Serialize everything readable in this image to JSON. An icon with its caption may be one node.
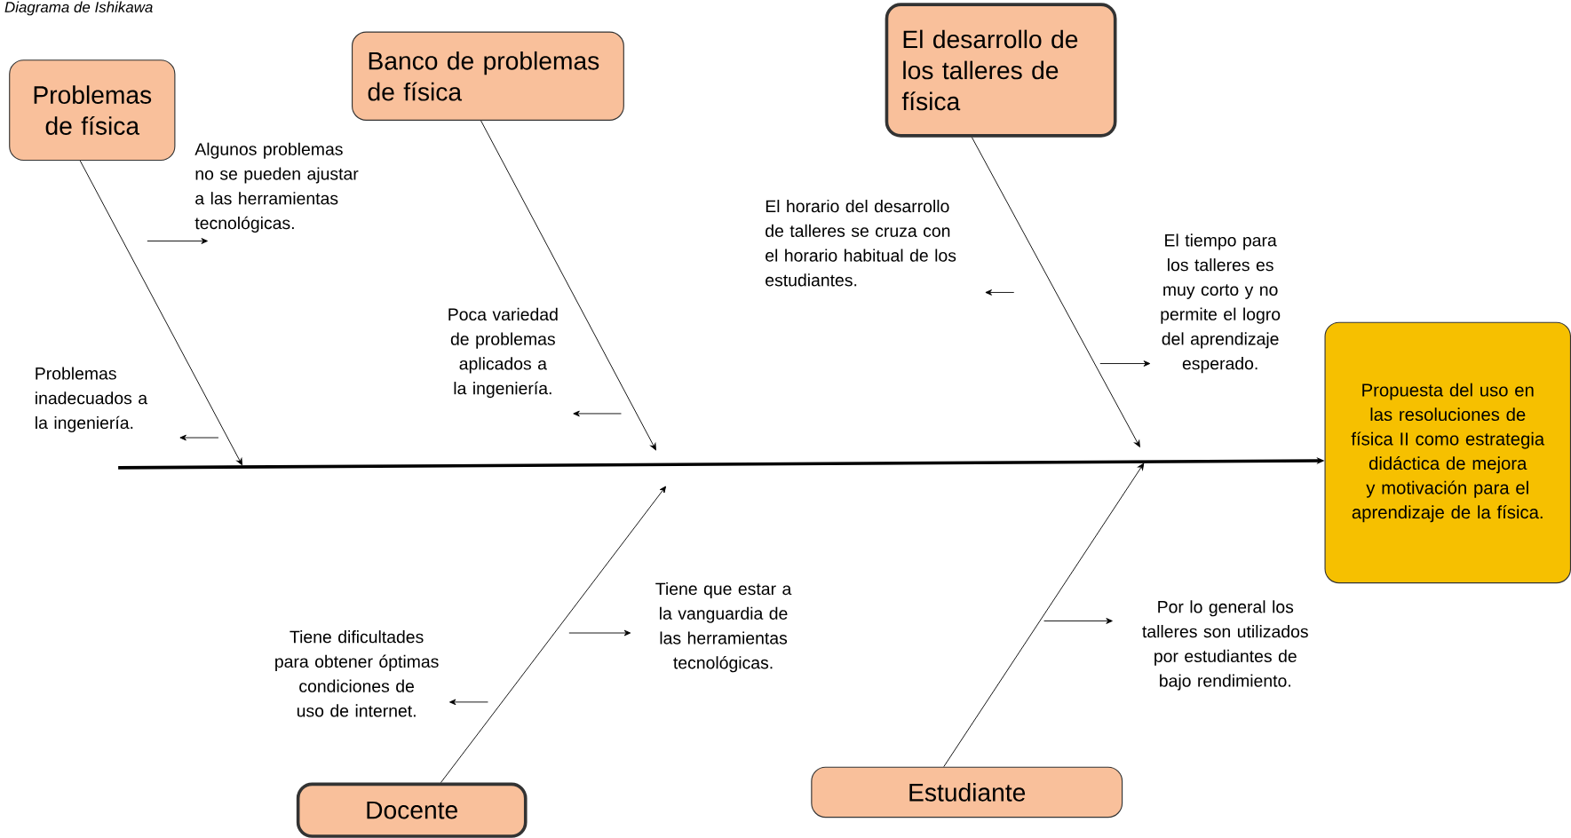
{
  "diagram": {
    "title": "Diagrama de Ishikawa",
    "nodes": [
      {
        "text": [
          "Problemas de física"
        ]
      },
      {
        "text": [
          "Banco de problemas de física"
        ]
      },
      {
        "text": [
          "El desarrollo de los talleres de física"
        ]
      },
      {
        "text": [
          "Docente"
        ]
      },
      {
        "text": [
          "Estudiante"
        ]
      },
      {
        "text": [
          "Propuesta del uso en las resoluciones de física II como estrategia didáctica de mejora y motivación para el aprendizaje de la física."
        ]
      },
      {
        "text": [
          "Algunos problemas no se pueden ajustar a las herramientas tecnológicas."
        ]
      },
      {
        "text": [
          "Problemas inadecuados a la ingeniería."
        ]
      },
      {
        "text": [
          "Poca variedad de problemas aplicados a la ingeniería."
        ]
      },
      {
        "text": [
          "El horario del desarrollo de talleres se cruza con el horario habitual de los estudiantes."
        ]
      },
      {
        "text": [
          "El tiempo para los talleres es muy corto y no permite el logro del aprendizaje esperado."
        ]
      },
      {
        "text": [
          "Tiene dificultades para obtener óptimas condiciones de uso de internet."
        ]
      },
      {
        "text": [
          "Tiene que estar a la vanguardia de las herramientas tecnológicas."
        ]
      },
      {
        "text": [
          "Por lo general los talleres son utilizados por estudiantes de bajo rendimiento."
        ]
      }
    ],
    "edges": [
      {
        "from": null,
        "to": 5,
        "arrow": "to",
        "style": "thick"
      },
      {
        "from": 0,
        "to": null,
        "arrow": "to"
      },
      {
        "from": 1,
        "to": null,
        "arrow": "to"
      },
      {
        "from": 2,
        "to": null,
        "arrow": "to"
      },
      {
        "from": 3,
        "to": null,
        "arrow": "to"
      },
      {
        "from": 4,
        "to": null,
        "arrow": "to"
      },
      {
        "from": null,
        "to": 6,
        "arrow": "to"
      },
      {
        "from": null,
        "to": 7,
        "arrow": "to"
      },
      {
        "from": null,
        "to": 8,
        "arrow": "to"
      },
      {
        "from": null,
        "to": 9,
        "arrow": "to"
      },
      {
        "from": null,
        "to": 10,
        "arrow": "to"
      },
      {
        "from": null,
        "to": 11,
        "arrow": "to"
      },
      {
        "from": null,
        "to": 12,
        "arrow": "to"
      },
      {
        "from": null,
        "to": 13,
        "arrow": "to"
      }
    ]
  }
}
